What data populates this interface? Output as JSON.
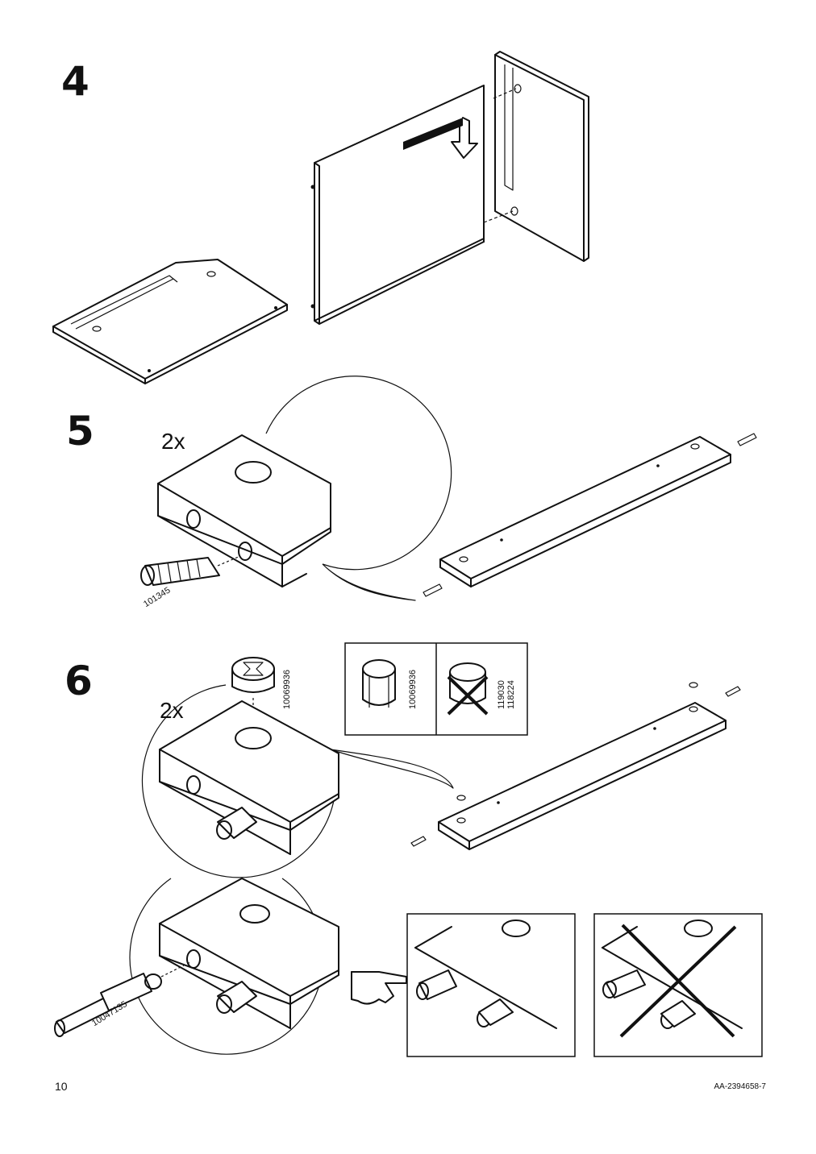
{
  "steps": [
    {
      "number": "4"
    },
    {
      "number": "5",
      "quantity": "2x",
      "part_code": "101345"
    },
    {
      "number": "6",
      "quantity": "2x",
      "part_code_cam": "10069936",
      "part_code_screw": "10047135",
      "compare_ok_code": "10069936",
      "compare_bad_codes": "119030\n118224"
    }
  ],
  "footer": {
    "page_number": "10",
    "doc_id": "AA-2394658-7"
  },
  "icons": [
    "arrow-down-icon",
    "pointing-hand-icon",
    "cross-icon"
  ]
}
